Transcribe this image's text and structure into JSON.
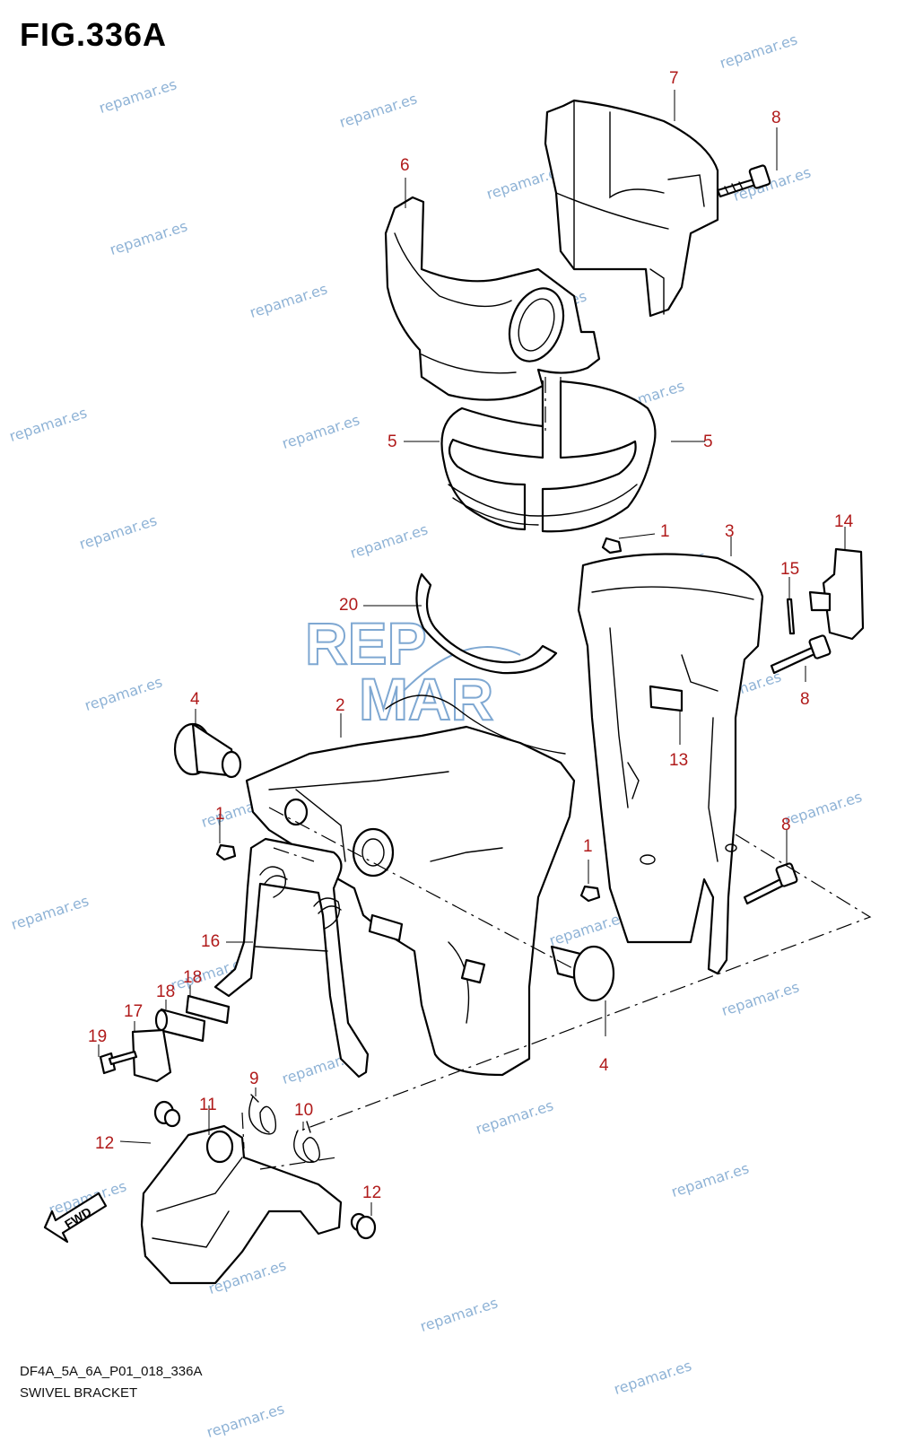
{
  "figure": {
    "title": "FIG.336A",
    "code": "DF4A_5A_6A_P01_018_336A",
    "name": "SWIVEL BRACKET",
    "fwd_label": "FWD"
  },
  "callouts": [
    {
      "id": "c7",
      "label": "7"
    },
    {
      "id": "c8a",
      "label": "8"
    },
    {
      "id": "c6",
      "label": "6"
    },
    {
      "id": "c5a",
      "label": "5"
    },
    {
      "id": "c5b",
      "label": "5"
    },
    {
      "id": "c1a",
      "label": "1"
    },
    {
      "id": "c3",
      "label": "3"
    },
    {
      "id": "c14",
      "label": "14"
    },
    {
      "id": "c15",
      "label": "15"
    },
    {
      "id": "c20",
      "label": "20"
    },
    {
      "id": "c8b",
      "label": "8"
    },
    {
      "id": "c4a",
      "label": "4"
    },
    {
      "id": "c2",
      "label": "2"
    },
    {
      "id": "c13",
      "label": "13"
    },
    {
      "id": "c1b",
      "label": "1"
    },
    {
      "id": "c8c",
      "label": "8"
    },
    {
      "id": "c1c",
      "label": "1"
    },
    {
      "id": "c16",
      "label": "16"
    },
    {
      "id": "c18a",
      "label": "18"
    },
    {
      "id": "c18b",
      "label": "18"
    },
    {
      "id": "c17",
      "label": "17"
    },
    {
      "id": "c19",
      "label": "19"
    },
    {
      "id": "c4b",
      "label": "4"
    },
    {
      "id": "c9",
      "label": "9"
    },
    {
      "id": "c11",
      "label": "11"
    },
    {
      "id": "c10",
      "label": "10"
    },
    {
      "id": "c12a",
      "label": "12"
    },
    {
      "id": "c12b",
      "label": "12"
    }
  ],
  "watermark": {
    "text": "repamar.es",
    "logo_top": "REP",
    "logo_bottom": "MAR",
    "color": "#8fb3d6"
  },
  "colors": {
    "callout": "#b01a1a",
    "line_art": "#000000"
  }
}
